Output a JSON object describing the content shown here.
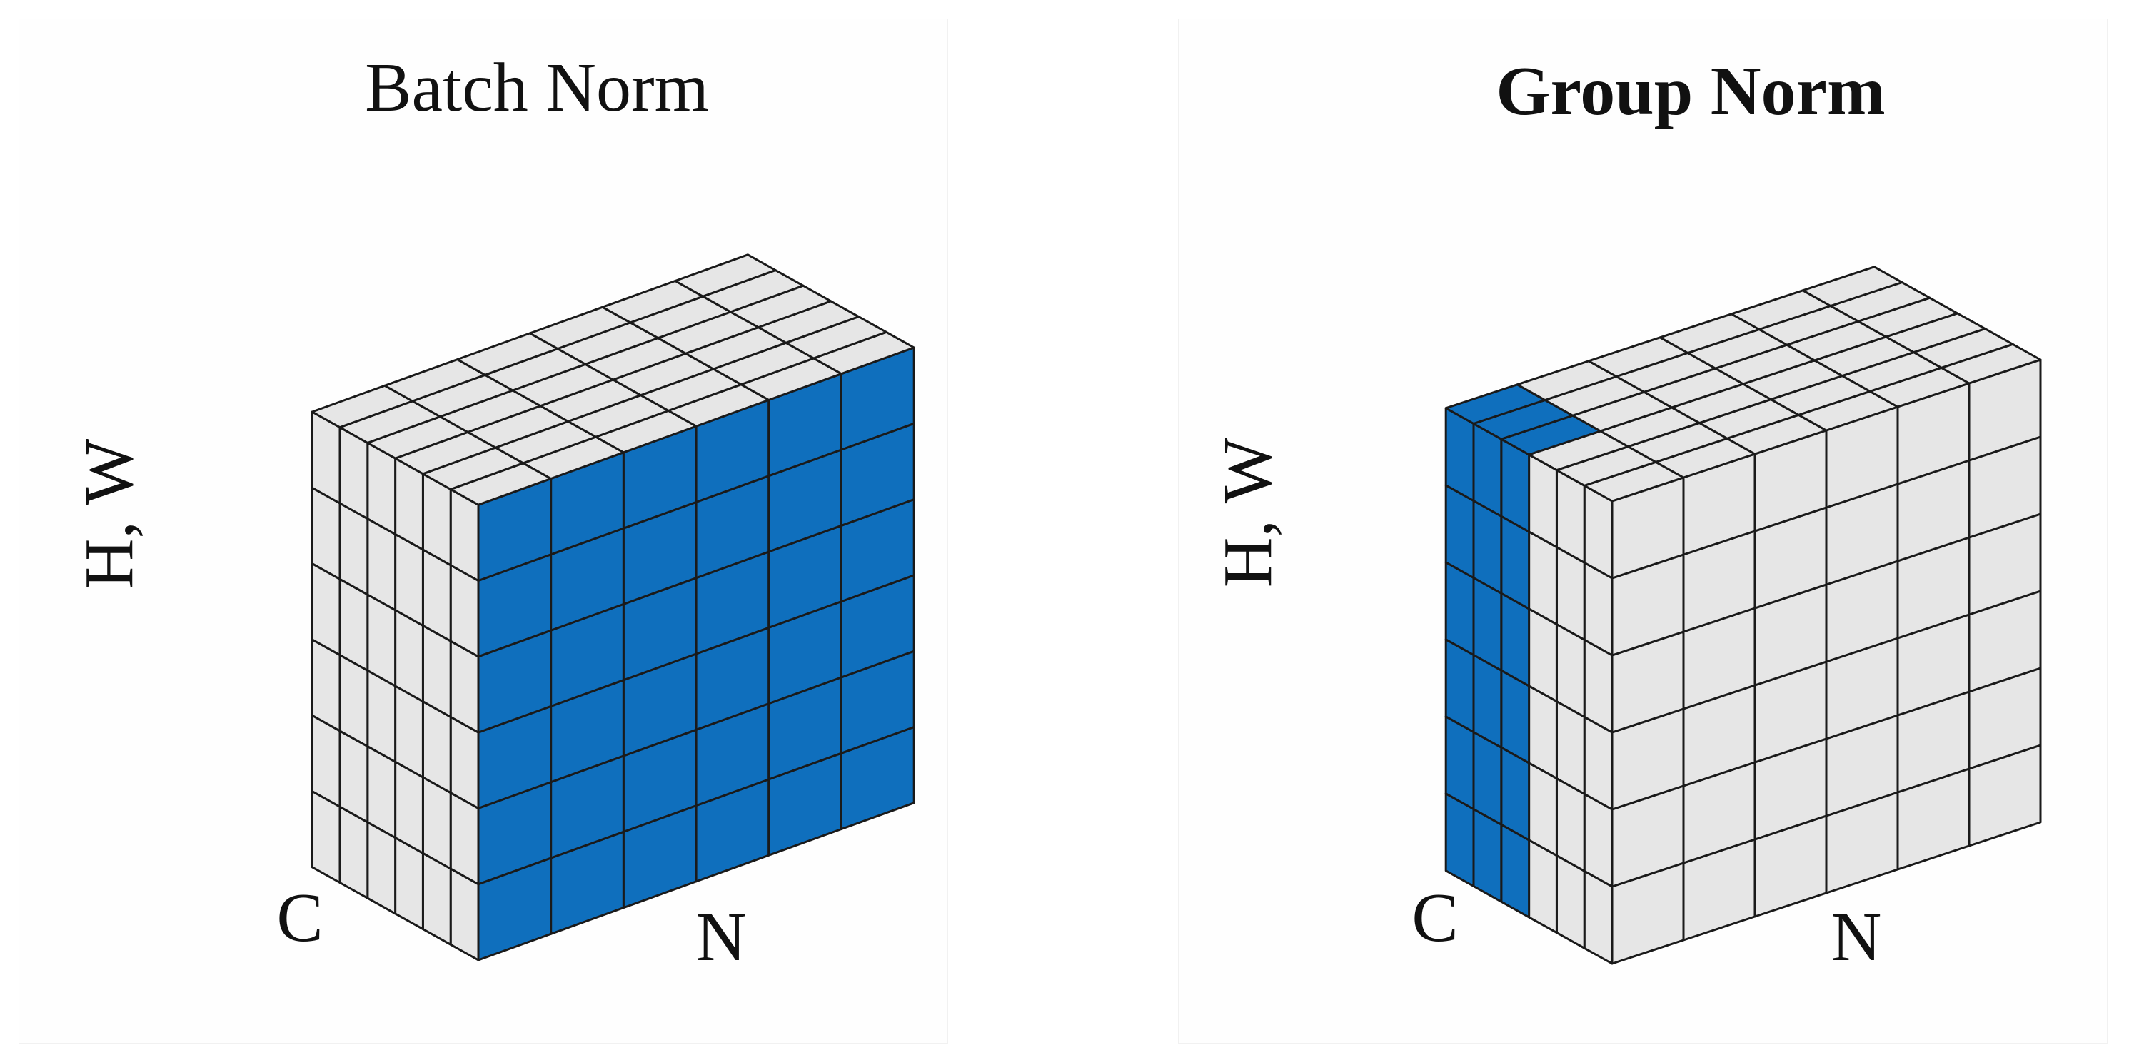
{
  "diagrams": [
    {
      "title": "Batch Norm",
      "title_bold": false,
      "axis_hw": "H, W",
      "axis_c": "C",
      "axis_n": "N",
      "grid_size": 6,
      "highlight": "front_face"
    },
    {
      "title": "Group Norm",
      "title_bold": true,
      "axis_hw": "H, W",
      "axis_c": "C",
      "axis_n": "N",
      "grid_size": 6,
      "highlight": "c_slab",
      "group_c_range": [
        3,
        6
      ],
      "group_n_range": [
        0,
        1
      ]
    }
  ],
  "colors": {
    "highlight": "#0f6fbd",
    "cell": "#e6e6e6",
    "edge": "#1a1a1a"
  }
}
